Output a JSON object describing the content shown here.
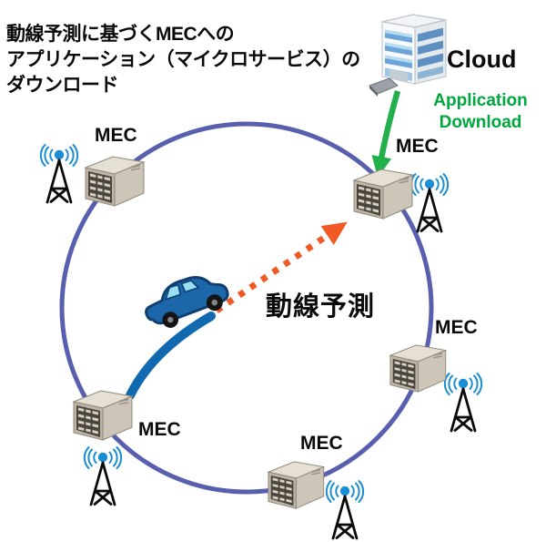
{
  "title": {
    "line1": "動線予測に基づくMECへの",
    "line2": "アプリケーション（マイクロサービス）の",
    "line3": "ダウンロード"
  },
  "cloud": {
    "label": "Cloud",
    "download_line1": "Application",
    "download_line2": "Download"
  },
  "prediction": {
    "label": "動線予測"
  },
  "nodes": [
    {
      "id": "top-left",
      "label": "MEC"
    },
    {
      "id": "top-right",
      "label": "MEC"
    },
    {
      "id": "right",
      "label": "MEC"
    },
    {
      "id": "bottom-left",
      "label": "MEC"
    },
    {
      "id": "bottom",
      "label": "MEC"
    }
  ],
  "icons": {
    "cloud": "office-building-icon",
    "mec": "edge-server-icon",
    "base_station": "antenna-tower-icon",
    "vehicle": "car-icon"
  },
  "colors": {
    "ring": "#575fae",
    "trail_blue": "#1169b0",
    "prediction_orange": "#f15a24",
    "download_arrow_green": "#22b04c",
    "download_text_green": "#00a63e",
    "antenna_blue": "#1b8dd4"
  }
}
